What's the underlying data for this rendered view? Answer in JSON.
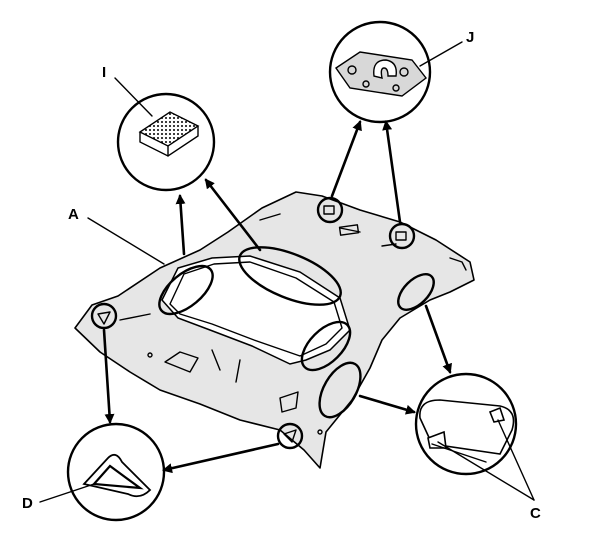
{
  "callouts": {
    "A": "A",
    "C": "C",
    "D": "D",
    "I": "I",
    "J": "J"
  },
  "colors": {
    "line": "#000000",
    "panel_fill": "#e6e6e6",
    "background": "#ffffff"
  }
}
